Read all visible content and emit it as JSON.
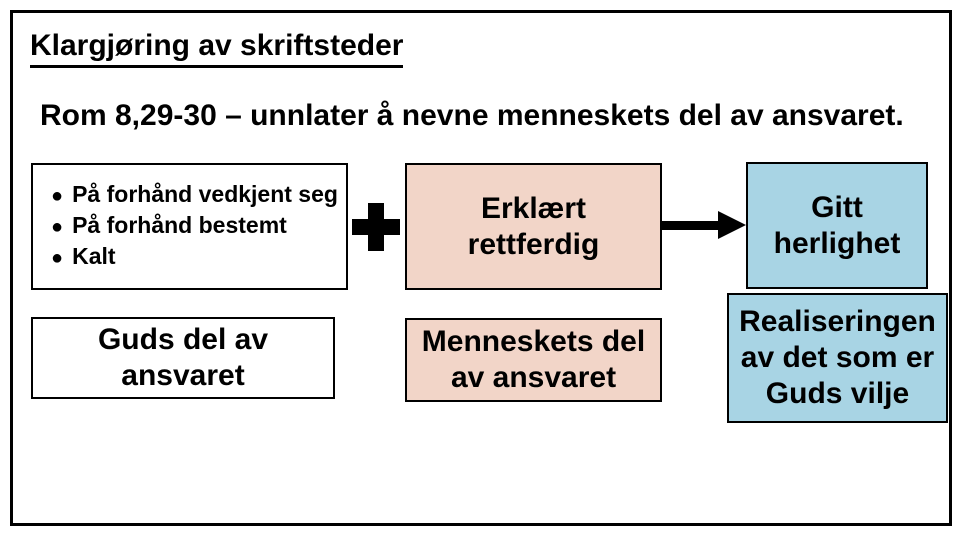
{
  "slide": {
    "title": "Klargjøring av skriftsteder",
    "subtitle": "Rom 8,29-30 – unnlater å nevne menneskets del av ansvaret."
  },
  "colors": {
    "background": "#FFFFFF",
    "border": "#000000",
    "box_pink": "#F2D5C8",
    "box_blue": "#A8D4E4"
  },
  "icons": {
    "bullet_icon": "●",
    "plus_icon": "+",
    "arrow_right_icon": "→"
  },
  "diagram": {
    "gods_actions_box": {
      "items": [
        "På forhånd vedkjent seg",
        "På forhånd bestemt",
        "Kalt"
      ]
    },
    "declared_righteous_box": {
      "lines": [
        "Erklært",
        "rettferdig"
      ]
    },
    "given_glory_box": {
      "lines": [
        "Gitt",
        "herlighet"
      ]
    },
    "gods_part_box": {
      "lines": [
        "Guds del av",
        "ansvaret"
      ]
    },
    "mans_part_box": {
      "lines": [
        "Menneskets del",
        "av ansvaret"
      ]
    },
    "realization_box": {
      "lines": [
        "Realiseringen",
        "av det som er",
        "Guds vilje"
      ]
    }
  }
}
